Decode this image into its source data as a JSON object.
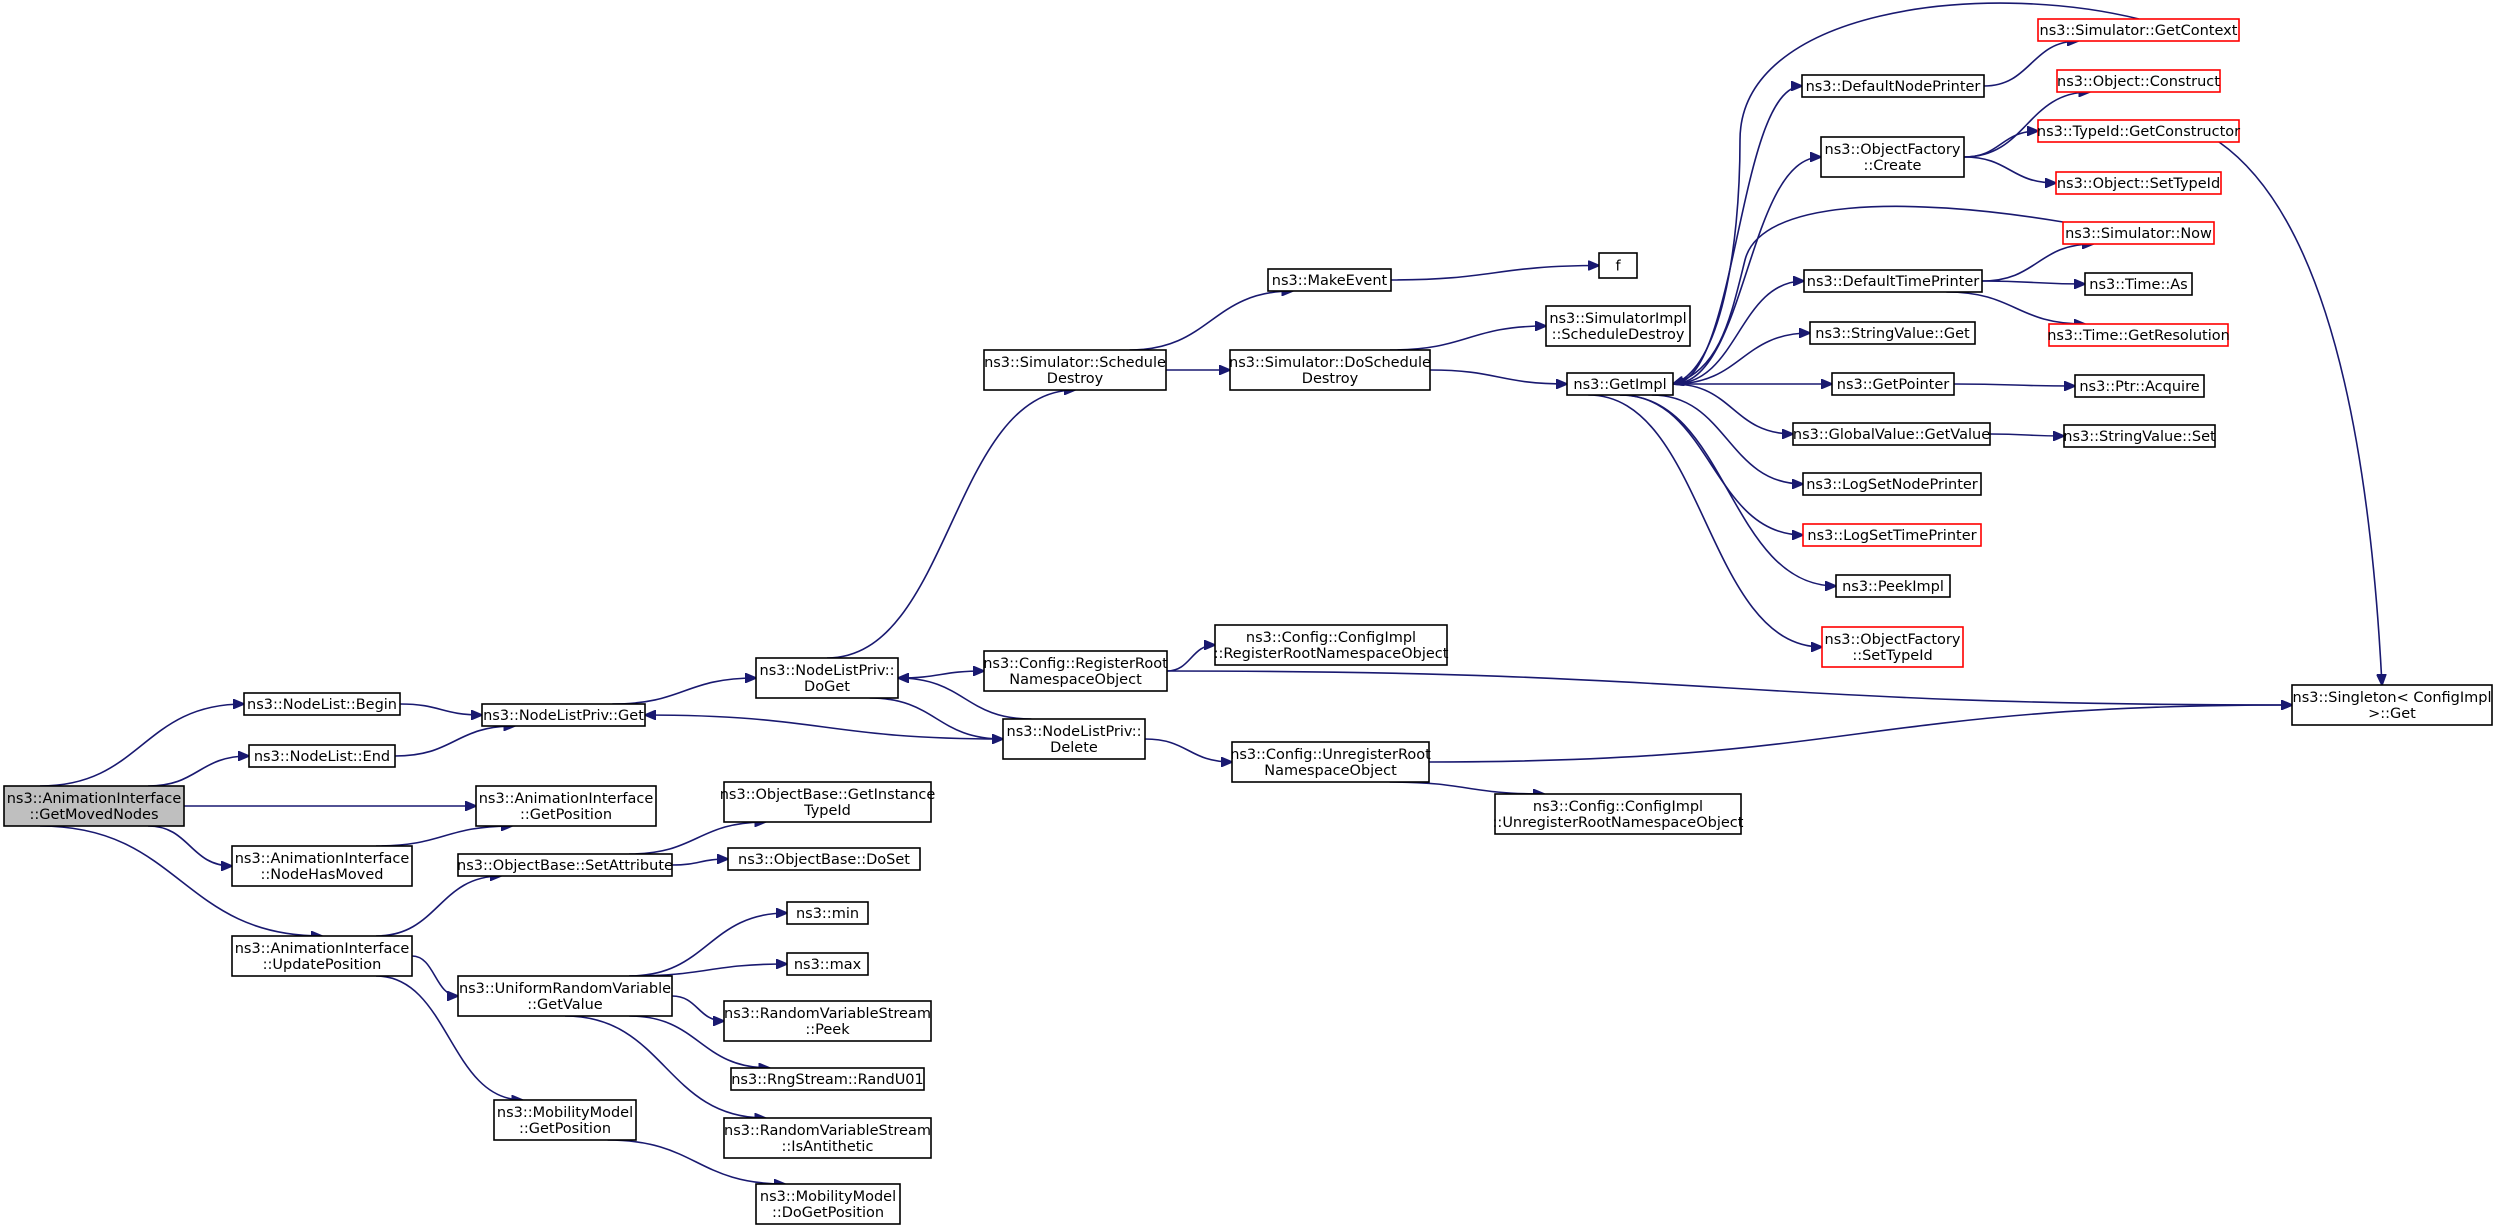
{
  "colors": {
    "edge": "#191970",
    "normal_border": "#000000",
    "red_border": "#ff0000",
    "root_fill": "#bfbfbf"
  },
  "nodes": {
    "anim_getmovednodes": {
      "lines": [
        "ns3::AnimationInterface",
        "::GetMovedNodes"
      ],
      "style": "root"
    },
    "nodelist_begin": {
      "lines": [
        "ns3::NodeList::Begin"
      ],
      "style": "normal"
    },
    "nodelist_end": {
      "lines": [
        "ns3::NodeList::End"
      ],
      "style": "normal"
    },
    "anim_getposition": {
      "lines": [
        "ns3::AnimationInterface",
        "::GetPosition"
      ],
      "style": "normal"
    },
    "anim_nodehasmoved": {
      "lines": [
        "ns3::AnimationInterface",
        "::NodeHasMoved"
      ],
      "style": "normal"
    },
    "anim_updateposition": {
      "lines": [
        "ns3::AnimationInterface",
        "::UpdatePosition"
      ],
      "style": "normal"
    },
    "nodelistpriv_get": {
      "lines": [
        "ns3::NodeListPriv::Get"
      ],
      "style": "normal"
    },
    "objectbase_setattribute": {
      "lines": [
        "ns3::ObjectBase::SetAttribute"
      ],
      "style": "normal"
    },
    "uniform_getvalue": {
      "lines": [
        "ns3::UniformRandomVariable",
        "::GetValue"
      ],
      "style": "normal"
    },
    "mobility_getposition": {
      "lines": [
        "ns3::MobilityModel",
        "::GetPosition"
      ],
      "style": "normal"
    },
    "objectbase_getinstancetypeid": {
      "lines": [
        "ns3::ObjectBase::GetInstance",
        "TypeId"
      ],
      "style": "normal"
    },
    "objectbase_doset": {
      "lines": [
        "ns3::ObjectBase::DoSet"
      ],
      "style": "normal"
    },
    "ns3_min": {
      "lines": [
        "ns3::min"
      ],
      "style": "normal"
    },
    "ns3_max": {
      "lines": [
        "ns3::max"
      ],
      "style": "normal"
    },
    "rvs_peek": {
      "lines": [
        "ns3::RandomVariableStream",
        "::Peek"
      ],
      "style": "normal"
    },
    "rngstream_randu01": {
      "lines": [
        "ns3::RngStream::RandU01"
      ],
      "style": "normal"
    },
    "rvs_isantithetic": {
      "lines": [
        "ns3::RandomVariableStream",
        "::IsAntithetic"
      ],
      "style": "normal"
    },
    "mobility_dogetposition": {
      "lines": [
        "ns3::MobilityModel",
        "::DoGetPosition"
      ],
      "style": "normal"
    },
    "nodelistpriv_doget": {
      "lines": [
        "ns3::NodeListPriv::",
        "DoGet"
      ],
      "style": "normal"
    },
    "simulator_scheduledestroy": {
      "lines": [
        "ns3::Simulator::Schedule",
        "Destroy"
      ],
      "style": "normal"
    },
    "config_registerroot": {
      "lines": [
        "ns3::Config::RegisterRoot",
        "NamespaceObject"
      ],
      "style": "normal"
    },
    "nodelistpriv_delete": {
      "lines": [
        "ns3::NodeListPriv::",
        "Delete"
      ],
      "style": "normal"
    },
    "makeevent": {
      "lines": [
        "ns3::MakeEvent"
      ],
      "style": "normal"
    },
    "simulator_doscheduledestroy": {
      "lines": [
        "ns3::Simulator::DoSchedule",
        "Destroy"
      ],
      "style": "normal"
    },
    "configimpl_register": {
      "lines": [
        "ns3::Config::ConfigImpl",
        "::RegisterRootNamespaceObject"
      ],
      "style": "normal"
    },
    "config_unregisterroot": {
      "lines": [
        "ns3::Config::UnregisterRoot",
        "NamespaceObject"
      ],
      "style": "normal"
    },
    "configimpl_unregister": {
      "lines": [
        "ns3::Config::ConfigImpl",
        "::UnregisterRootNamespaceObject"
      ],
      "style": "normal"
    },
    "f": {
      "lines": [
        "f"
      ],
      "style": "normal"
    },
    "simulatorimpl_scheduledestroy": {
      "lines": [
        "ns3::SimulatorImpl",
        "::ScheduleDestroy"
      ],
      "style": "normal"
    },
    "getimpl": {
      "lines": [
        "ns3::GetImpl"
      ],
      "style": "normal"
    },
    "defaultnodeprinter": {
      "lines": [
        "ns3::DefaultNodePrinter"
      ],
      "style": "normal"
    },
    "objectfactory_create": {
      "lines": [
        "ns3::ObjectFactory",
        "::Create"
      ],
      "style": "normal"
    },
    "defaulttimeprinter": {
      "lines": [
        "ns3::DefaultTimePrinter"
      ],
      "style": "normal"
    },
    "stringvalue_get": {
      "lines": [
        "ns3::StringValue::Get"
      ],
      "style": "normal"
    },
    "getpointer": {
      "lines": [
        "ns3::GetPointer"
      ],
      "style": "normal"
    },
    "globalvalue_getvalue": {
      "lines": [
        "ns3::GlobalValue::GetValue"
      ],
      "style": "normal"
    },
    "logsetnodeprinter": {
      "lines": [
        "ns3::LogSetNodePrinter"
      ],
      "style": "normal"
    },
    "logsettimeprinter": {
      "lines": [
        "ns3::LogSetTimePrinter"
      ],
      "style": "red"
    },
    "peekimpl": {
      "lines": [
        "ns3::PeekImpl"
      ],
      "style": "normal"
    },
    "objectfactory_settypeid": {
      "lines": [
        "ns3::ObjectFactory",
        "::SetTypeId"
      ],
      "style": "red"
    },
    "simulator_getcontext": {
      "lines": [
        "ns3::Simulator::GetContext"
      ],
      "style": "red"
    },
    "object_construct": {
      "lines": [
        "ns3::Object::Construct"
      ],
      "style": "red"
    },
    "typeid_getconstructor": {
      "lines": [
        "ns3::TypeId::GetConstructor"
      ],
      "style": "red"
    },
    "object_settypeid": {
      "lines": [
        "ns3::Object::SetTypeId"
      ],
      "style": "red"
    },
    "simulator_now": {
      "lines": [
        "ns3::Simulator::Now"
      ],
      "style": "red"
    },
    "time_as": {
      "lines": [
        "ns3::Time::As"
      ],
      "style": "normal"
    },
    "time_getresolution": {
      "lines": [
        "ns3::Time::GetResolution"
      ],
      "style": "red"
    },
    "ptr_acquire": {
      "lines": [
        "ns3::Ptr::Acquire"
      ],
      "style": "normal"
    },
    "stringvalue_set": {
      "lines": [
        "ns3::StringValue::Set"
      ],
      "style": "normal"
    },
    "singleton_get": {
      "lines": [
        "ns3::Singleton< ConfigImpl",
        " >::Get"
      ],
      "style": "normal"
    }
  }
}
